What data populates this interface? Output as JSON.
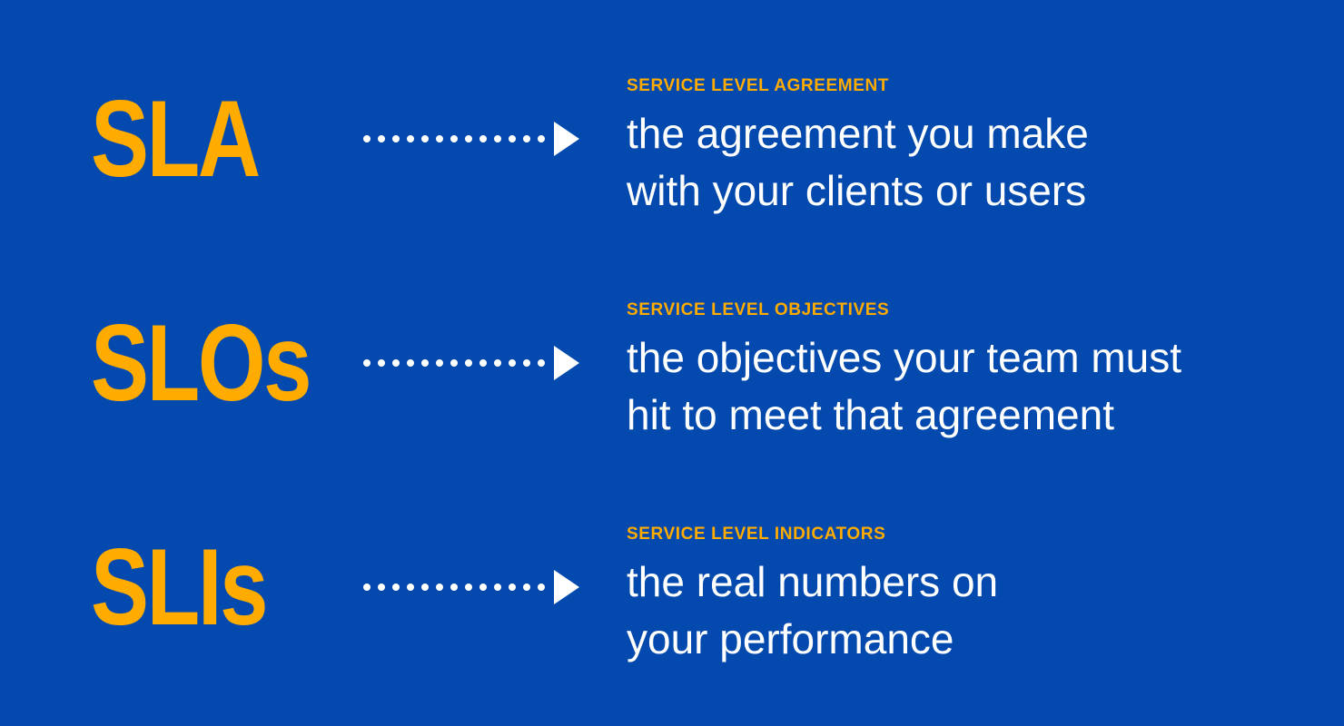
{
  "colors": {
    "background": "#0449AD",
    "accent": "#FFAB00",
    "text": "#FFFFFF"
  },
  "arrow": {
    "dots": 13
  },
  "rows": [
    {
      "acronym": "SLA",
      "label": "SERVICE LEVEL AGREEMENT",
      "line1": "the agreement you make",
      "line2": "with your clients or users"
    },
    {
      "acronym": "SLOs",
      "label": "SERVICE LEVEL OBJECTIVES",
      "line1": "the objectives your team must",
      "line2": "hit to meet that agreement"
    },
    {
      "acronym": "SLIs",
      "label": "SERVICE LEVEL INDICATORS",
      "line1": "the real numbers on",
      "line2": "your performance"
    }
  ]
}
